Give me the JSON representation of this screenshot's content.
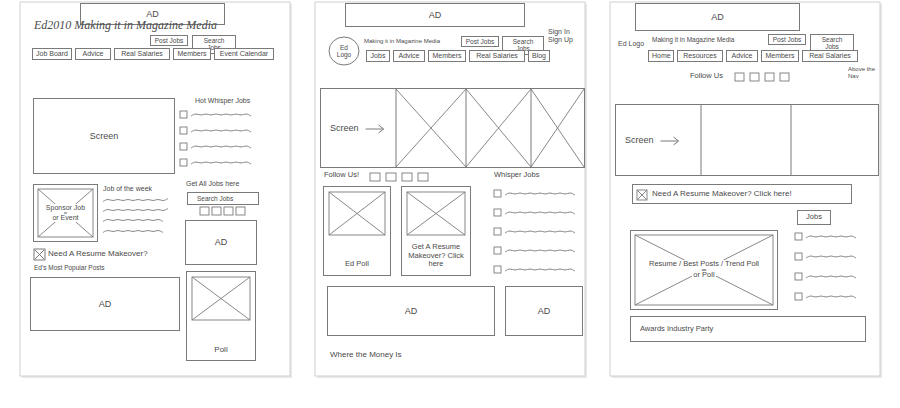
{
  "diagram": {
    "nodes": [
      {
        "text": [
          "AD"
        ]
      },
      {
        "text": [
          "Post Jobs"
        ]
      },
      {
        "text": [
          "Search Jobs"
        ]
      },
      {
        "text": [
          "Job Board"
        ]
      },
      {
        "text": [
          "Advice"
        ]
      },
      {
        "text": [
          "Real Salaries"
        ]
      },
      {
        "text": [
          "Members"
        ]
      },
      {
        "text": [
          "Event Calendar"
        ]
      },
      {
        "text": [
          "Screen"
        ]
      },
      {
        "text": [
          "Sponsor Job",
          "or Event"
        ]
      },
      {
        "text": [
          "Search Jobs"
        ]
      },
      {
        "text": [
          "AD"
        ]
      },
      {
        "text": [
          "AD"
        ]
      },
      {
        "text": [
          "Poll"
        ]
      },
      {
        "text": [
          "AD"
        ]
      },
      {
        "text": [
          "Ed Logo"
        ]
      },
      {
        "text": [
          "Post Jobs"
        ]
      },
      {
        "text": [
          "Search Jobs"
        ]
      },
      {
        "text": [
          "Jobs"
        ]
      },
      {
        "text": [
          "Advice"
        ]
      },
      {
        "text": [
          "Members"
        ]
      },
      {
        "text": [
          "Real Salaries"
        ]
      },
      {
        "text": [
          "Blog"
        ]
      },
      {
        "text": [
          "Screen"
        ]
      },
      {
        "text": [
          "Ed Poll"
        ]
      },
      {
        "text": [
          "Get A Resume Makeover? Click here"
        ]
      },
      {
        "text": [
          "AD"
        ]
      },
      {
        "text": [
          "AD"
        ]
      },
      {
        "text": [
          "AD"
        ]
      },
      {
        "text": [
          "Post Jobs"
        ]
      },
      {
        "text": [
          "Search Jobs"
        ]
      },
      {
        "text": [
          "Home"
        ]
      },
      {
        "text": [
          "Resources"
        ]
      },
      {
        "text": [
          "Advice"
        ]
      },
      {
        "text": [
          "Members"
        ]
      },
      {
        "text": [
          "Real Salaries"
        ]
      },
      {
        "text": [
          "Screen"
        ]
      },
      {
        "text": [
          "Need A Resume Makeover? Click here!"
        ]
      },
      {
        "text": [
          "Jobs"
        ]
      },
      {
        "text": [
          "Resume / Best Posts / Trend Poll",
          "or Poll"
        ]
      },
      {
        "text": [
          "Awards Industry Party"
        ]
      }
    ],
    "labels": [
      "Ed2010 Making it in Magazine Media",
      "Hot Whisper Jobs",
      "Job of the week",
      "Get All Jobs here",
      "Need A Resume Makeover?",
      "Ed's Most Popular Posts",
      "Making it in Magazine Media",
      "Sign In Sign Up",
      "Follow Us!",
      "Whisper Jobs",
      "Where the Money Is",
      "Ed Logo",
      "Making it in Magazine Media",
      "Follow Us",
      "Above the Nav"
    ]
  }
}
